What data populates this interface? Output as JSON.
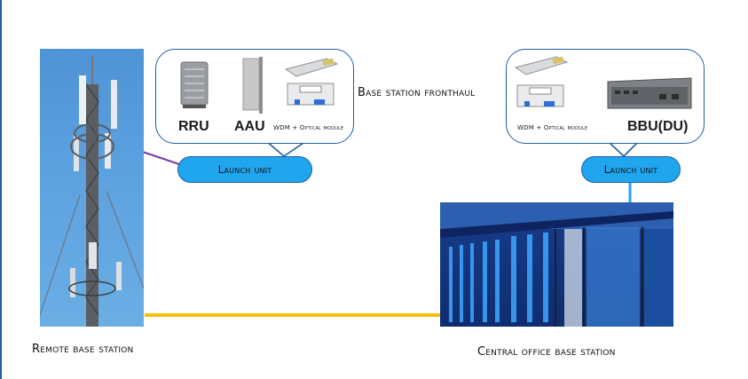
{
  "diagram": {
    "title": "Base station fronthaul",
    "remote_site": {
      "caption": "Remote base station",
      "photo": "cell-tower-photo",
      "callout": {
        "items": [
          "RRU",
          "AAU",
          "WDM + Optical module"
        ]
      },
      "launch_unit_label": "Launch unit"
    },
    "central_site": {
      "caption": "Central office base station",
      "photo": "data-center-photo",
      "callout": {
        "items": [
          "WDM + Optical module",
          "BBU(DU)"
        ]
      },
      "launch_unit_label": "Launch unit"
    },
    "links": [
      {
        "name": "fronthaul-fiber",
        "from": "remote base station",
        "to": "central office base station",
        "color": "#f5c000"
      },
      {
        "name": "remote-launch-connector",
        "from": "launch unit",
        "to": "tower",
        "color": "#7a3aa8"
      },
      {
        "name": "central-launch-connector",
        "from": "launch unit",
        "to": "central office",
        "color": "#1fa6ee"
      }
    ],
    "colors": {
      "accent_border": "#1f5fa8",
      "launch_fill": "#1fa6ee",
      "fiber": "#f5c000",
      "purple_link": "#7a3aa8"
    }
  }
}
